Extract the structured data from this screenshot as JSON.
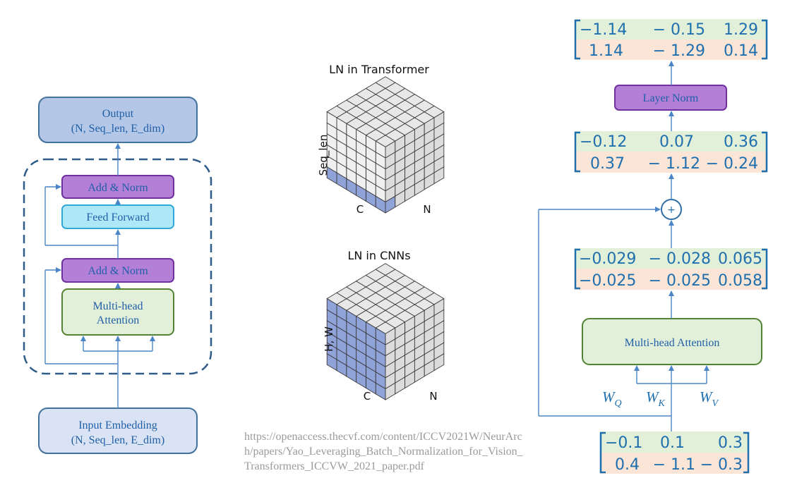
{
  "left": {
    "output_line1": "Output",
    "output_line2": "(N, Seq_len, E_dim)",
    "add_norm_top": "Add & Norm",
    "feed_forward": "Feed Forward",
    "add_norm_bottom": "Add & Norm",
    "mha_line1": "Multi-head",
    "mha_line2": "Attention",
    "input_line1": "Input Embedding",
    "input_line2": "(N, Seq_len, E_dim)"
  },
  "middle": {
    "cube1": {
      "title": "LN in Transformer",
      "axis_vertical": "Seq_len",
      "axis_left": "C",
      "axis_right": "N"
    },
    "cube2": {
      "title": "LN in CNNs",
      "axis_vertical": "H, W",
      "axis_left": "C",
      "axis_right": "N"
    },
    "url": "https://openaccess.thecvf.com/content/ICCV2021W/NeurArch/papers/Yao_Leveraging_Batch_Normalization_for_Vision_Transformers_ICCVW_2021_paper.pdf"
  },
  "right": {
    "matrix_out": {
      "row1": [
        "−1.14",
        "− 0.15",
        "1.29"
      ],
      "row2": [
        "1.14",
        "− 1.29",
        "0.14"
      ]
    },
    "layer_norm": "Layer Norm",
    "matrix_sum": {
      "row1": [
        "−0.12",
        "0.07",
        "0.36"
      ],
      "row2": [
        "0.37",
        "− 1.12",
        "− 0.24"
      ]
    },
    "plus": "+",
    "matrix_attn": {
      "row1": [
        "−0.029",
        "− 0.028",
        "0.065"
      ],
      "row2": [
        "−0.025",
        "− 0.025",
        "0.058"
      ]
    },
    "mha": "Multi-head Attention",
    "wq": "W",
    "wq_sub": "Q",
    "wk": "W",
    "wk_sub": "K",
    "wv": "W",
    "wv_sub": "V",
    "matrix_in": {
      "row1": [
        "−0.1",
        "0.1",
        "0.3"
      ],
      "row2": [
        "0.4",
        "− 1.1",
        "− 0.3"
      ]
    }
  },
  "colors": {
    "output_box": "#b4c7e7",
    "input_box": "#dae3f3",
    "norm": "#b37fd7",
    "feed_forward": "#aee8f8",
    "attention": "#e2f0d9",
    "row_green": "#e2f0d9",
    "row_orange": "#fbe5d6",
    "cube_highlight": "#8fa3d8",
    "line": "#2f6ea5"
  }
}
